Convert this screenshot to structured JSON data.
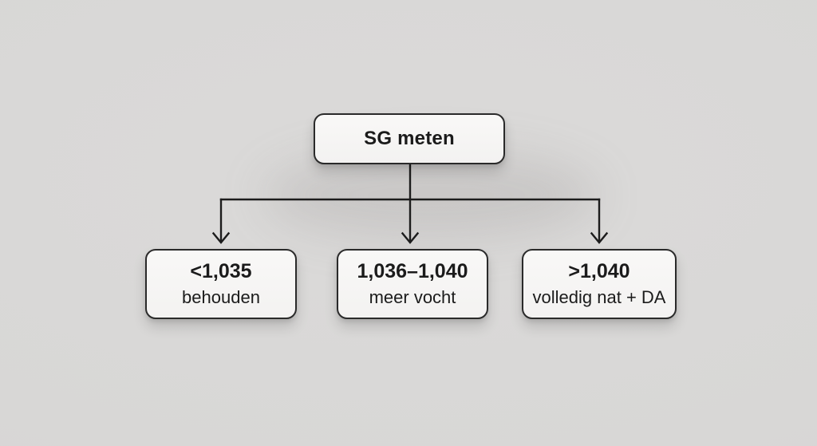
{
  "flowchart": {
    "root": {
      "label": "SG meten"
    },
    "branches": [
      {
        "value": "<1,035",
        "action": "behouden"
      },
      {
        "value": "1,036–1,040",
        "action": "meer vocht"
      },
      {
        "value": ">1,040",
        "action": "volledig nat + DA"
      }
    ],
    "colors": {
      "background": "#dbdad9",
      "box_fill": "#f3f2f1",
      "box_border": "#2a2a2a",
      "line": "#1c1c1c",
      "text": "#1b1b1b"
    }
  }
}
